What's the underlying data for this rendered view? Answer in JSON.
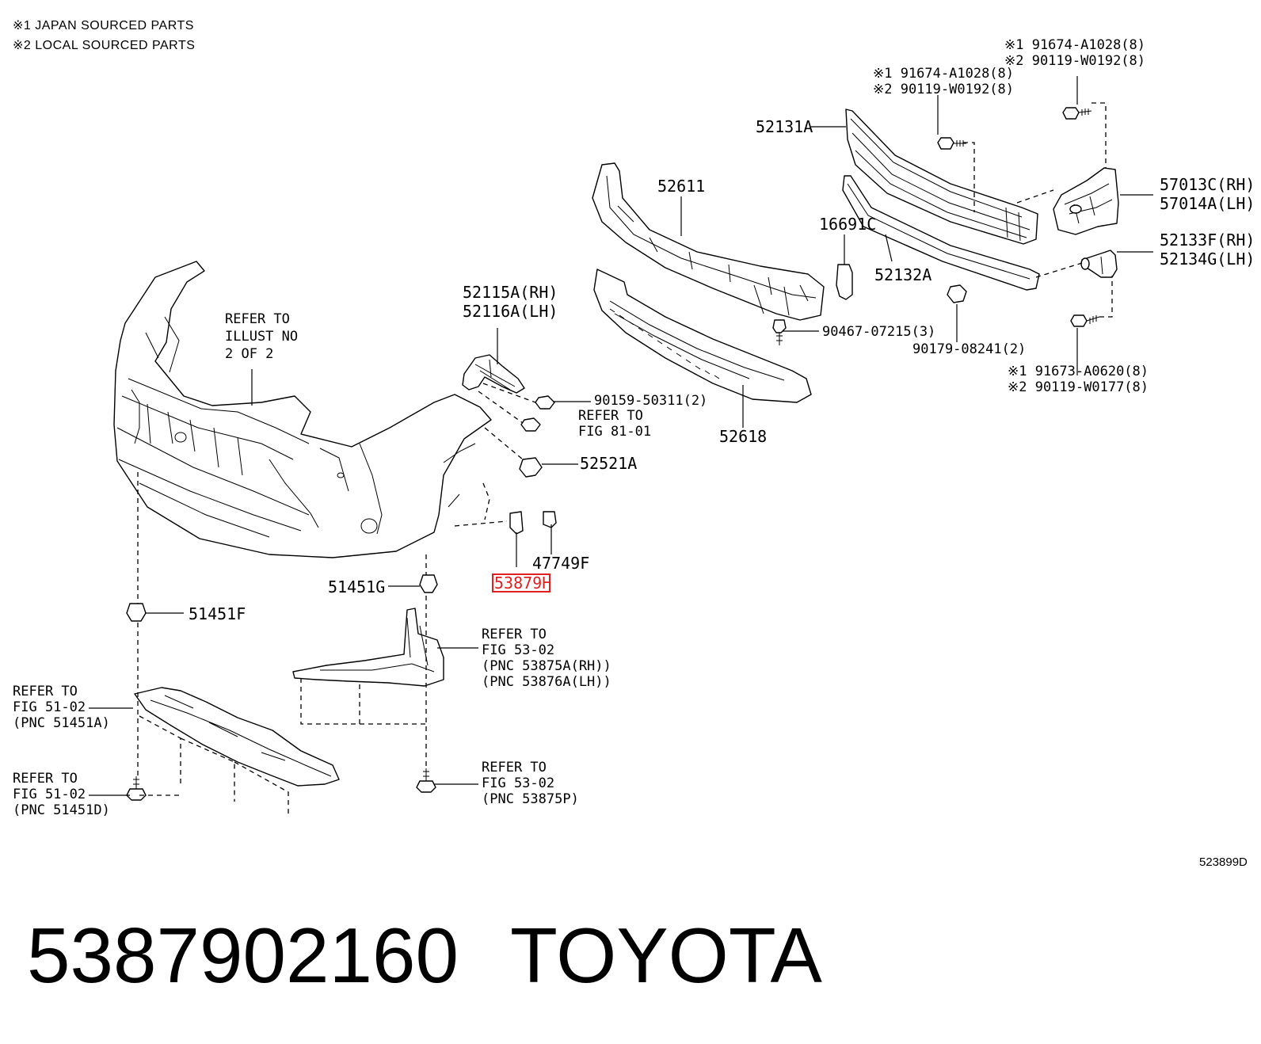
{
  "legend": {
    "note1": "※1  JAPAN SOURCED PARTS",
    "note2": "※2  LOCAL SOURCED PARTS"
  },
  "parts": {
    "p52131A": "52131A",
    "bolt_a_line1": "※1 91674-A1028(8)",
    "bolt_a_line2": "※2 90119-W0192(8)",
    "bolt_b_line1": "※1 91674-A1028(8)",
    "bolt_b_line2": "※2 90119-W0192(8)",
    "p52611": "52611",
    "p57013C": "57013C(RH)",
    "p57014A": "57014A(LH)",
    "p16691C": "16691C",
    "p52133F": "52133F(RH)",
    "p52134G": "52134G(LH)",
    "p52132A": "52132A",
    "p52115A": "52115A(RH)",
    "p52116A": "52116A(LH)",
    "p90467": "90467-07215(3)",
    "p90179": "90179-08241(2)",
    "bolt_c_line1": "※1 91673-A0620(8)",
    "bolt_c_line2": "※2 90119-W0177(8)",
    "p90159": "90159-50311(2)",
    "p52618": "52618",
    "p52521A": "52521A",
    "p47749F": "47749F",
    "p53879H": "53879H",
    "p51451G": "51451G",
    "p51451F": "51451F"
  },
  "refs": {
    "illust_1": "REFER TO",
    "illust_2": "ILLUST NO",
    "illust_3": "2 OF 2",
    "fig81_1": "REFER TO",
    "fig81_2": "FIG 81-01",
    "fig53a_1": "REFER TO",
    "fig53a_2": "FIG 53-02",
    "fig53a_3": "(PNC 53875A(RH))",
    "fig53a_4": "(PNC 53876A(LH))",
    "fig51a_1": "REFER TO",
    "fig51a_2": "FIG 51-02",
    "fig51a_3": "(PNC 51451A)",
    "fig51d_1": "REFER TO",
    "fig51d_2": "FIG 51-02",
    "fig51d_3": "(PNC 51451D)",
    "fig53p_1": "REFER TO",
    "fig53p_2": "FIG 53-02",
    "fig53p_3": "(PNC 53875P)"
  },
  "diagram_id": "523899D",
  "footer": {
    "part_number": "5387902160",
    "brand": "TOYOTA"
  },
  "colors": {
    "line": "#000000",
    "highlight": "#e02020",
    "background": "#ffffff"
  }
}
